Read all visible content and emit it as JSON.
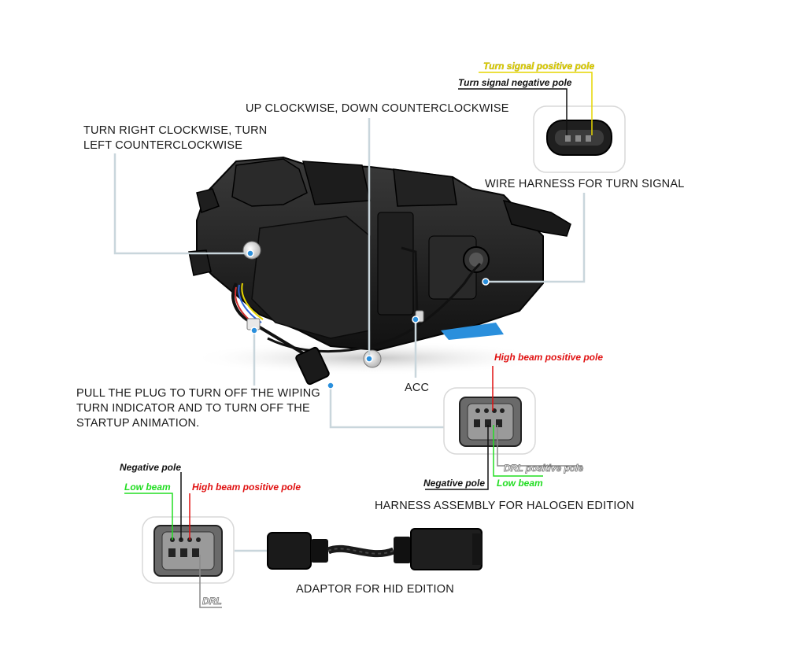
{
  "captions": {
    "rotate_horizontal": [
      "TURN RIGHT CLOCKWISE, TURN",
      "LEFT COUNTERCLOCKWISE"
    ],
    "rotate_vertical": "UP CLOCKWISE, DOWN COUNTERCLOCKWISE",
    "turn_signal_harness": "WIRE HARNESS FOR TURN SIGNAL",
    "acc": "ACC",
    "pull_plug": [
      "PULL THE PLUG TO TURN OFF THE WIPING",
      "TURN INDICATOR AND TO TURN OFF THE",
      "STARTUP ANIMATION."
    ],
    "halogen_harness": "HARNESS ASSEMBLY FOR HALOGEN EDITION",
    "hid_adaptor": "ADAPTOR FOR HID EDITION"
  },
  "labels": {
    "turn_signal_positive": "Turn signal positive pole",
    "turn_signal_negative": "Turn signal negative pole",
    "halogen_high_beam_positive": "High beam positive pole",
    "halogen_drl_positive": "DRL positive pole",
    "halogen_negative": "Negative pole",
    "halogen_low_beam": "Low beam",
    "hid_negative": "Negative pole",
    "hid_low_beam": "Low beam",
    "hid_high_beam_positive": "High beam positive pole",
    "hid_drl": "DRL"
  },
  "colors": {
    "leader_line": "#c9d6dc",
    "turn_signal_positive": "#e6d600",
    "high_beam": "#e01010",
    "low_beam": "#22dd22",
    "drl": "#8a8a8a",
    "negative": "#111111"
  }
}
